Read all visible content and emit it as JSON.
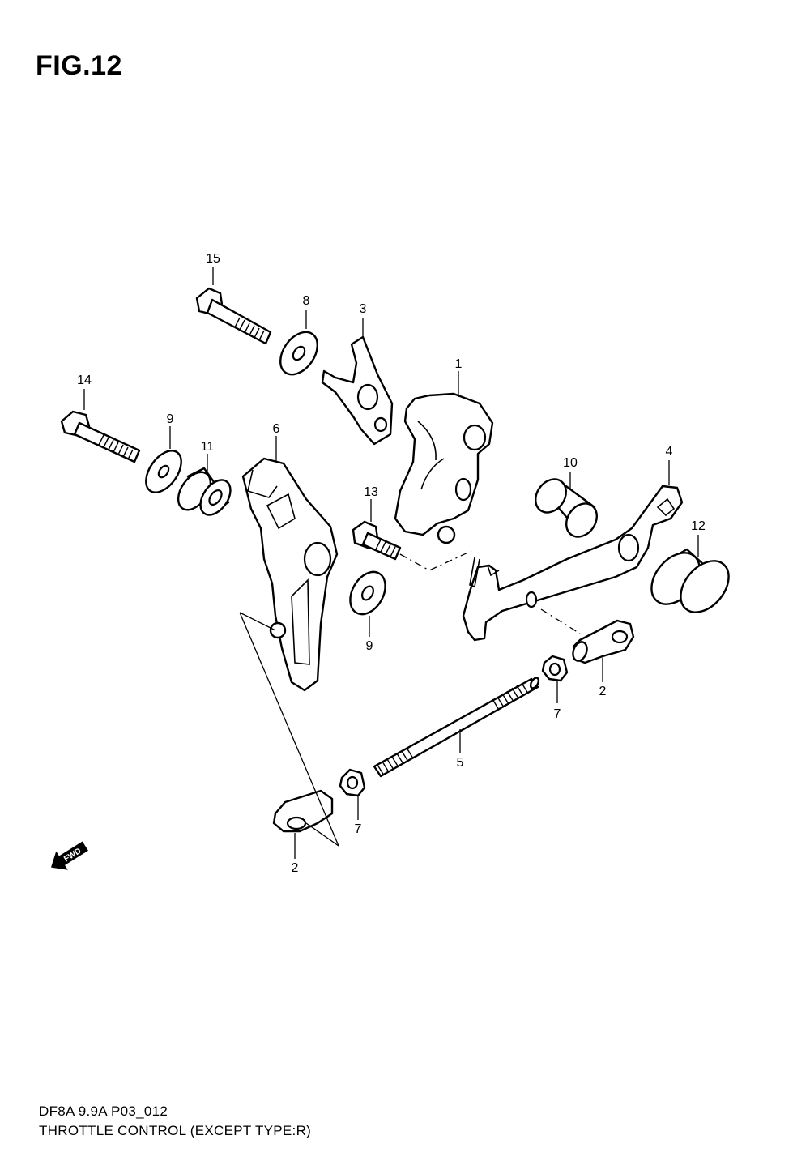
{
  "figure": {
    "title": "FIG.12"
  },
  "callouts": [
    {
      "id": "c15",
      "label": "15"
    },
    {
      "id": "c8",
      "label": "8"
    },
    {
      "id": "c3",
      "label": "3"
    },
    {
      "id": "c1",
      "label": "1"
    },
    {
      "id": "c14",
      "label": "14"
    },
    {
      "id": "c9a",
      "label": "9"
    },
    {
      "id": "c11",
      "label": "11"
    },
    {
      "id": "c6",
      "label": "6"
    },
    {
      "id": "c13",
      "label": "13"
    },
    {
      "id": "c10",
      "label": "10"
    },
    {
      "id": "c4",
      "label": "4"
    },
    {
      "id": "c12",
      "label": "12"
    },
    {
      "id": "c9b",
      "label": "9"
    },
    {
      "id": "c2a",
      "label": "2"
    },
    {
      "id": "c7a",
      "label": "7"
    },
    {
      "id": "c5",
      "label": "5"
    },
    {
      "id": "c7b",
      "label": "7"
    },
    {
      "id": "c2b",
      "label": "2"
    }
  ],
  "fwd_arrow": {
    "label": "FWD",
    "icon": "fwd-arrow-icon"
  },
  "footer": {
    "model_code": "DF8A 9.9A P03_012",
    "caption": "THROTTLE CONTROL (EXCEPT TYPE:R)"
  }
}
